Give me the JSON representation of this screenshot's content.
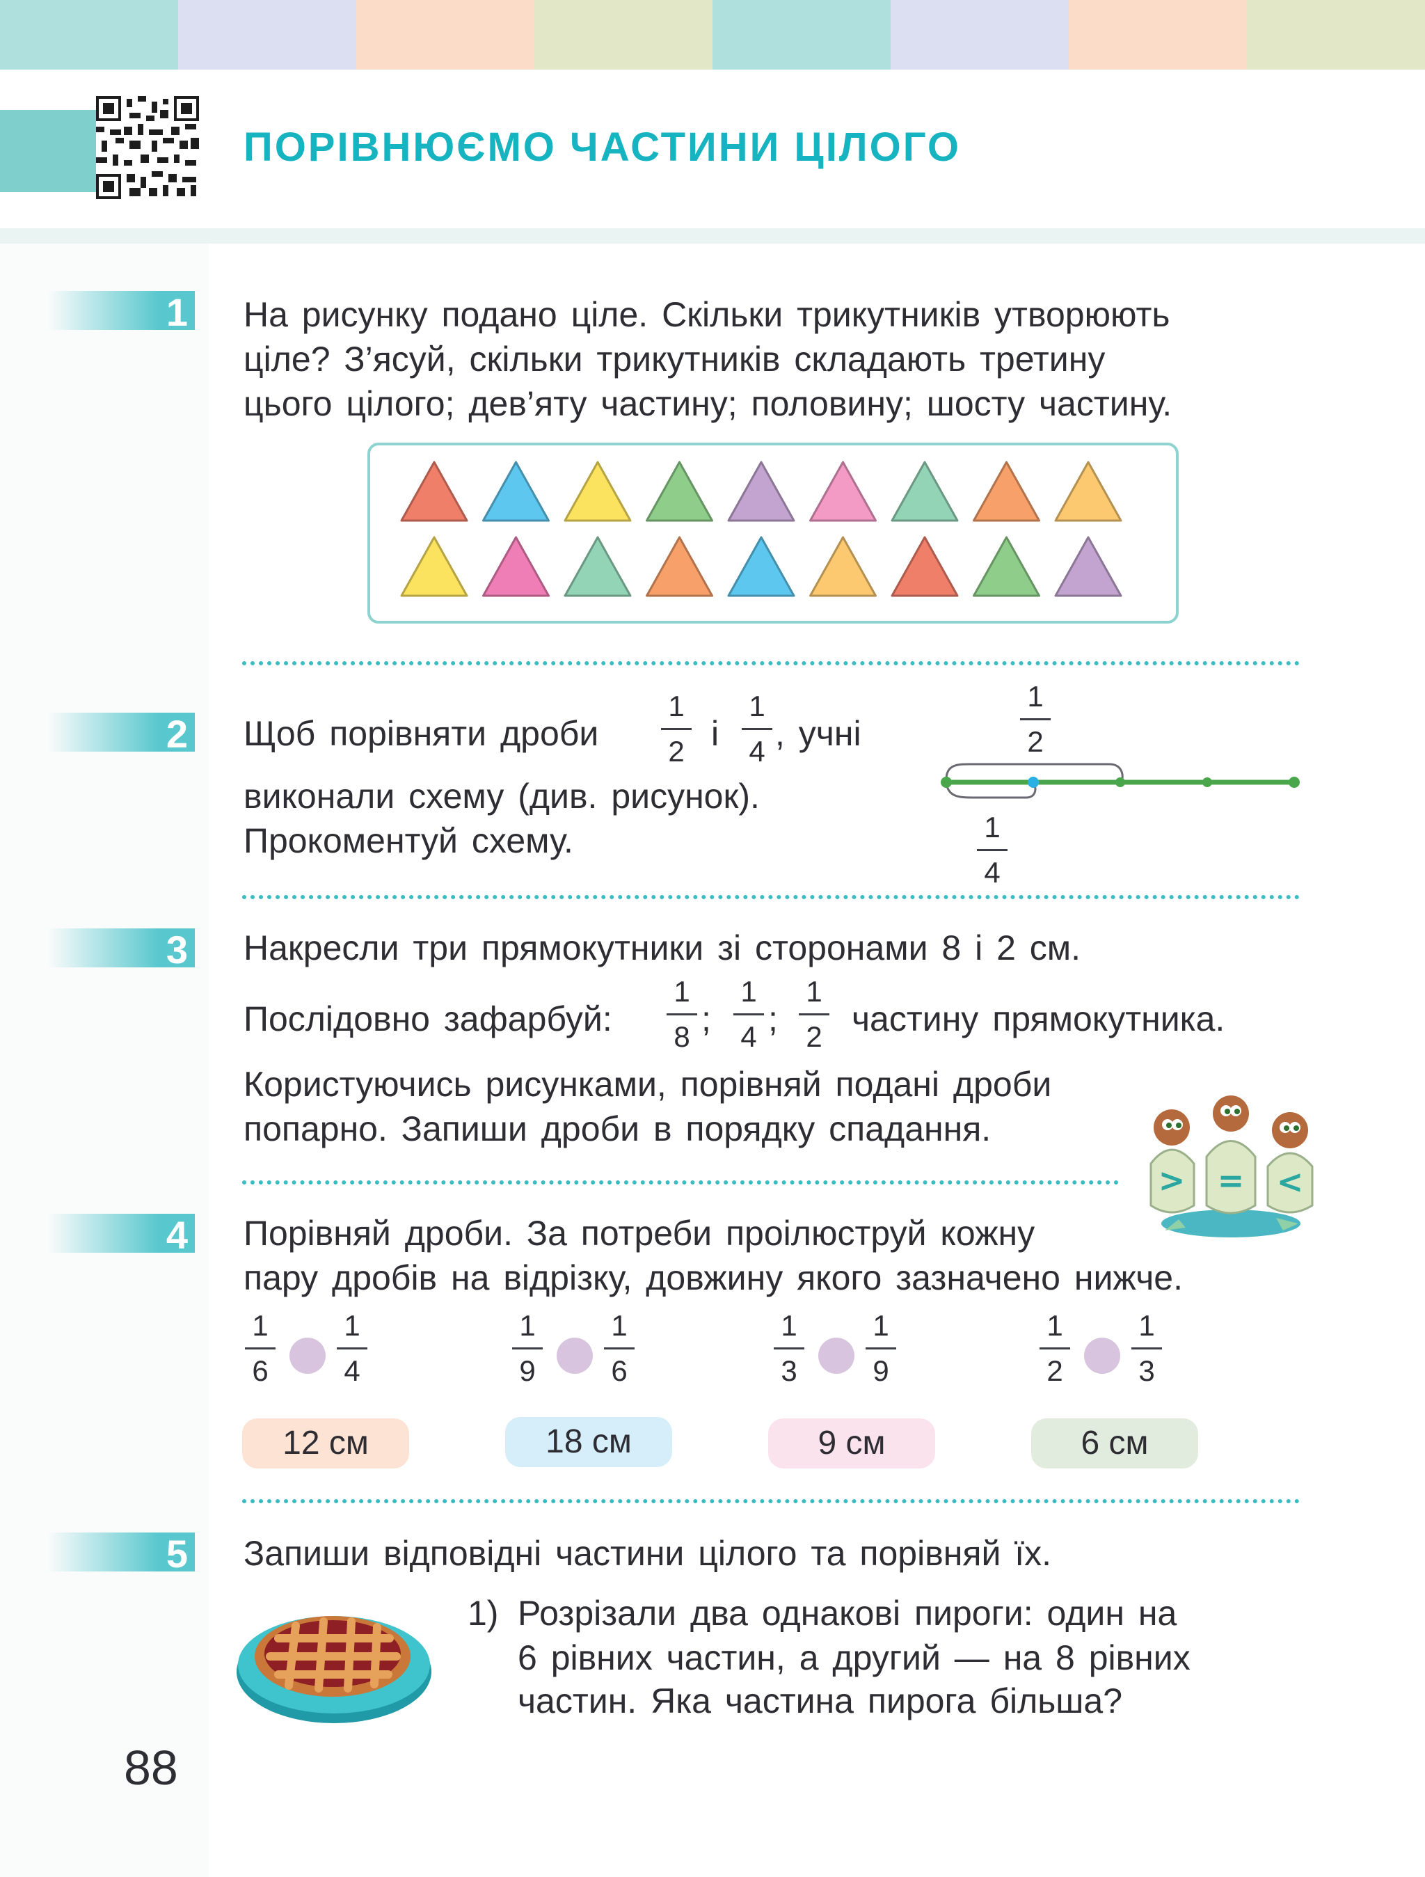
{
  "page": {
    "title": "ПОРІВНЮЄМО ЧАСТИНИ ЦІЛОГО",
    "page_number": "88",
    "stripe_colors": [
      "#b0e0dd",
      "#dcdff1",
      "#fbdcc9",
      "#e2e8c7",
      "#b0e0dd",
      "#dcdff1",
      "#fbdcc9",
      "#e2e8c7"
    ]
  },
  "ex1": {
    "num": "1",
    "lines": [
      "На рисунку подано ціле. Скільки трикутників утворюють",
      "ціле? З’ясуй, скільки трикутників складають третину",
      "цього цілого; дев’яту частину; половину; шосту частину."
    ],
    "triangle_rows": [
      [
        "#f07f6a",
        "#5ec7ef",
        "#fbe25f",
        "#8fcd8a",
        "#c3a4d0",
        "#f39ac5",
        "#93d3b6",
        "#f7a06a",
        "#fcc971"
      ],
      [
        "#fbe25f",
        "#f07eb6",
        "#93d3b6",
        "#f7a06a",
        "#5ec7ef",
        "#fcc971",
        "#f07f6a",
        "#8fcd8a",
        "#c3a4d0"
      ]
    ]
  },
  "ex2": {
    "num": "2",
    "line1_a": "Щоб порівняти дроби",
    "frac1": {
      "n": "1",
      "d": "2"
    },
    "line1_i": "і",
    "frac2": {
      "n": "1",
      "d": "4"
    },
    "line1_b": ", учні",
    "line2": "виконали схему (див. рисунок).",
    "line3": "Прокоментуй схему.",
    "label_top": {
      "n": "1",
      "d": "2"
    },
    "label_bottom": {
      "n": "1",
      "d": "4"
    }
  },
  "ex3": {
    "num": "3",
    "line1": "Накресли три прямокутники зі сторонами 8 і 2 см.",
    "line2_a": "Послідовно зафарбуй:",
    "fracs": [
      {
        "n": "1",
        "d": "8"
      },
      {
        "n": "1",
        "d": "4"
      },
      {
        "n": "1",
        "d": "2"
      }
    ],
    "sep": ";",
    "line2_b": "частину прямокутника.",
    "line3": "Користуючись рисунками, порівняй подані дроби",
    "line4": "попарно. Запиши дроби в порядку спадання.",
    "signs": [
      ">",
      "=",
      "<"
    ]
  },
  "ex4": {
    "num": "4",
    "line1": "Порівняй дроби. За потреби проілюструй кожну",
    "line2": "пару дробів на відрізку, довжину якого зазначено нижче.",
    "pairs": [
      {
        "a": {
          "n": "1",
          "d": "6"
        },
        "b": {
          "n": "1",
          "d": "4"
        },
        "len": "12 см",
        "color": "#fde3d3"
      },
      {
        "a": {
          "n": "1",
          "d": "9"
        },
        "b": {
          "n": "1",
          "d": "6"
        },
        "len": "18 см",
        "color": "#d6eefa"
      },
      {
        "a": {
          "n": "1",
          "d": "3"
        },
        "b": {
          "n": "1",
          "d": "9"
        },
        "len": "9 см",
        "color": "#fbe3ee"
      },
      {
        "a": {
          "n": "1",
          "d": "2"
        },
        "b": {
          "n": "1",
          "d": "3"
        },
        "len": "6 см",
        "color": "#e2ecde"
      }
    ]
  },
  "ex5": {
    "num": "5",
    "line1": "Запиши відповідні частини цілого та порівняй їх.",
    "item_num": "1)",
    "item_lines": [
      "Розрізали два однакові пироги: один на",
      "6 рівних частин, а другий — на 8 рівних",
      "частин. Яка частина пирога більша?"
    ]
  }
}
